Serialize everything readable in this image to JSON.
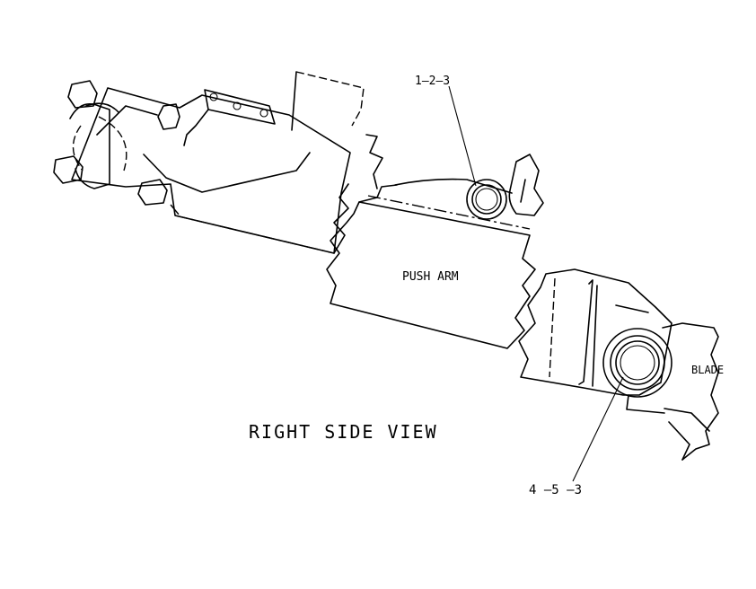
{
  "diagram": {
    "view_title": "RIGHT SIDE VIEW",
    "part_label": "PUSH ARM",
    "blade_label": "BLADE",
    "callout_upper": "1–2–3",
    "callout_lower": "4 –5 –3"
  }
}
